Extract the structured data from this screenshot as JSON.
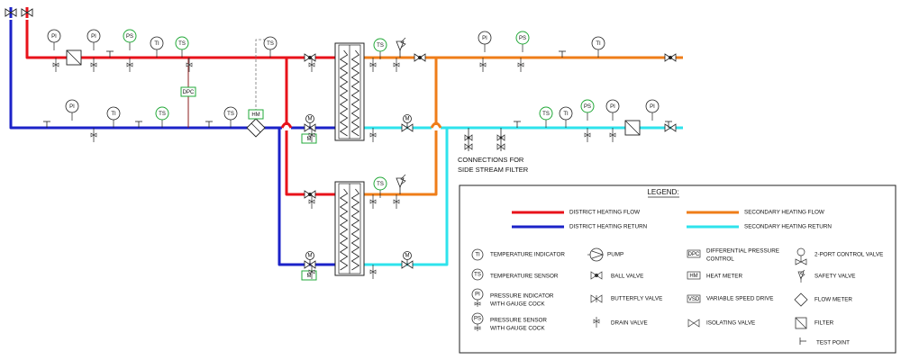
{
  "colors": {
    "district_flow": "#e8121a",
    "district_return": "#1b22c8",
    "secondary_flow": "#ef7d18",
    "secondary_return": "#2ee3ec",
    "sensor_ring": "#22a838",
    "dpc": "#8b1d1d",
    "ink": "#222222"
  },
  "instruments": {
    "pi": "PI",
    "ps": "PS",
    "ti": "TI",
    "ts": "TS",
    "dpc": "DPC",
    "hm": "HM",
    "m": "M"
  },
  "note": {
    "line1": "CONNECTIONS FOR",
    "line2": "SIDE STREAM FILTER"
  },
  "legend": {
    "title": "LEGEND:",
    "lines": [
      {
        "label": "DISTRICT HEATING FLOW",
        "color": "#e8121a"
      },
      {
        "label": "SECONDARY HEATING FLOW",
        "color": "#ef7d18"
      },
      {
        "label": "DISTRICT HEATING RETURN",
        "color": "#1b22c8"
      },
      {
        "label": "SECONDARY HEATING RETURN",
        "color": "#2ee3ec"
      }
    ],
    "col1": [
      {
        "symbol": "TI",
        "label": "TEMPERATURE INDICATOR"
      },
      {
        "symbol": "TS",
        "label": "TEMPERATURE SENSOR"
      },
      {
        "symbol": "PI",
        "label": "PRESSURE INDICATOR",
        "label2": "WITH GAUGE COCK"
      },
      {
        "symbol": "PS",
        "label": "PRESSURE SENSOR",
        "label2": "WITH GAUGE COCK"
      }
    ],
    "col2": [
      {
        "symbol": "pump",
        "label": "PUMP"
      },
      {
        "symbol": "ball",
        "label": "BALL VALVE"
      },
      {
        "symbol": "butterfly",
        "label": "BUTTERFLY VALVE"
      },
      {
        "symbol": "drain",
        "label": "DRAIN VALVE"
      }
    ],
    "col3": [
      {
        "symbol": "DPC",
        "label": "DIFFERENTIAL PRESSURE",
        "label2": "CONTROL"
      },
      {
        "symbol": "HM",
        "label": "HEAT METER"
      },
      {
        "symbol": "VSD",
        "label": "VARIABLE SPEED DRIVE"
      },
      {
        "symbol": "isolating",
        "label": "ISOLATING VALVE"
      }
    ],
    "col4": [
      {
        "symbol": "control",
        "label": "2-PORT CONTROL VALVE"
      },
      {
        "symbol": "safety",
        "label": "SAFETY VALVE"
      },
      {
        "symbol": "flowmeter",
        "label": "FLOW METER"
      },
      {
        "symbol": "filter",
        "label": "FILTER"
      },
      {
        "symbol": "testpoint",
        "label": "TEST POINT"
      }
    ]
  }
}
